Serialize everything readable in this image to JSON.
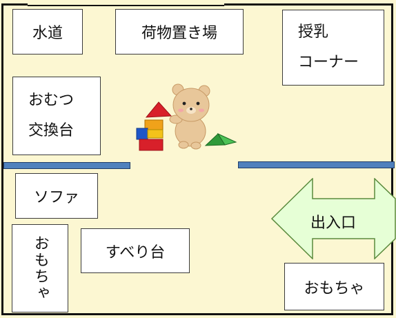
{
  "rooms": {
    "water": "水道",
    "luggage": "荷物置き場",
    "nursing": [
      "授乳",
      "コーナー"
    ],
    "diaper": [
      "おむつ",
      "交換台"
    ],
    "sofa": "ソファ",
    "toys_left": "おもちゃ",
    "slide": "すべり台",
    "toys_right": "おもちゃ"
  },
  "entrance": {
    "label": "出入口"
  },
  "colors": {
    "floor": "#fcf7d2",
    "partition": "#4f81bd",
    "arrow_fill": "#e6ffd6",
    "arrow_stroke": "#5a8a3c"
  },
  "illustration": {
    "icon": "bear-with-toy-blocks"
  }
}
